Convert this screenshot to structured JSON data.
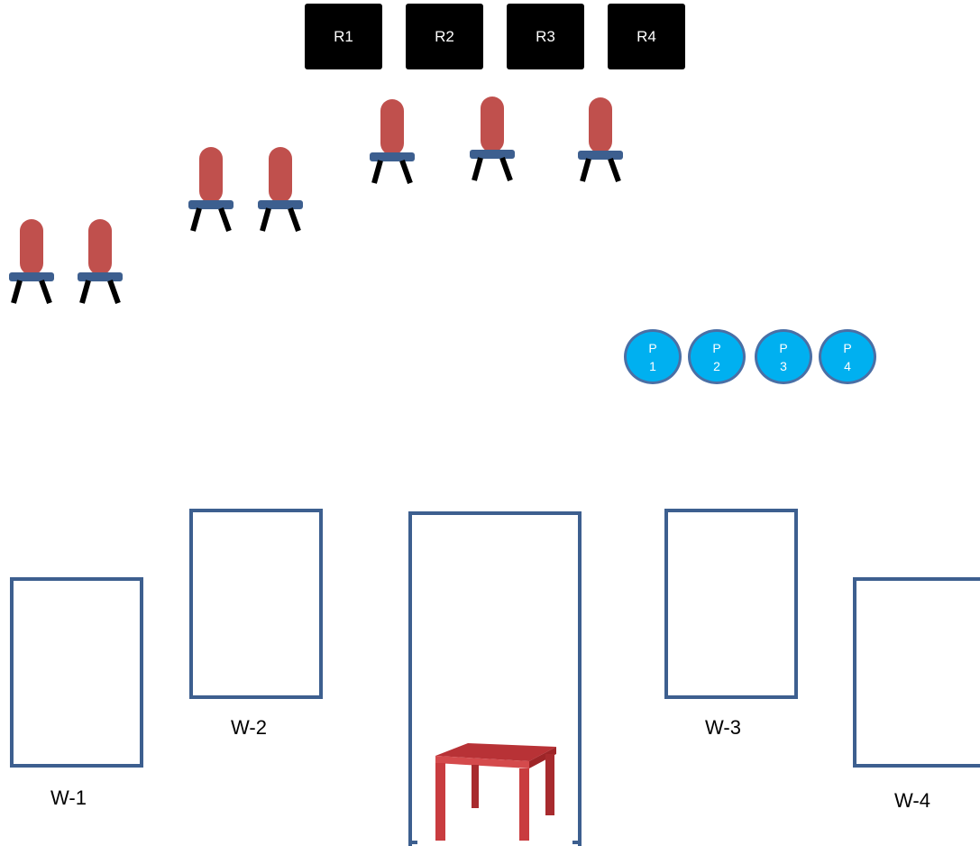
{
  "receivers": [
    "R1",
    "R2",
    "R3",
    "R4"
  ],
  "points": [
    {
      "top": "P",
      "bottom": "1"
    },
    {
      "top": "P",
      "bottom": "2"
    },
    {
      "top": "P",
      "bottom": "3"
    },
    {
      "top": "P",
      "bottom": "4"
    }
  ],
  "windows": [
    "W-1",
    "W-2",
    "W-3",
    "W-4"
  ],
  "colors": {
    "chair_back": "#c0504d",
    "chair_seat": "#3d5f8f",
    "frame": "#3d5f8f",
    "point_fill": "#00b0f0",
    "table": "#c0383a"
  }
}
